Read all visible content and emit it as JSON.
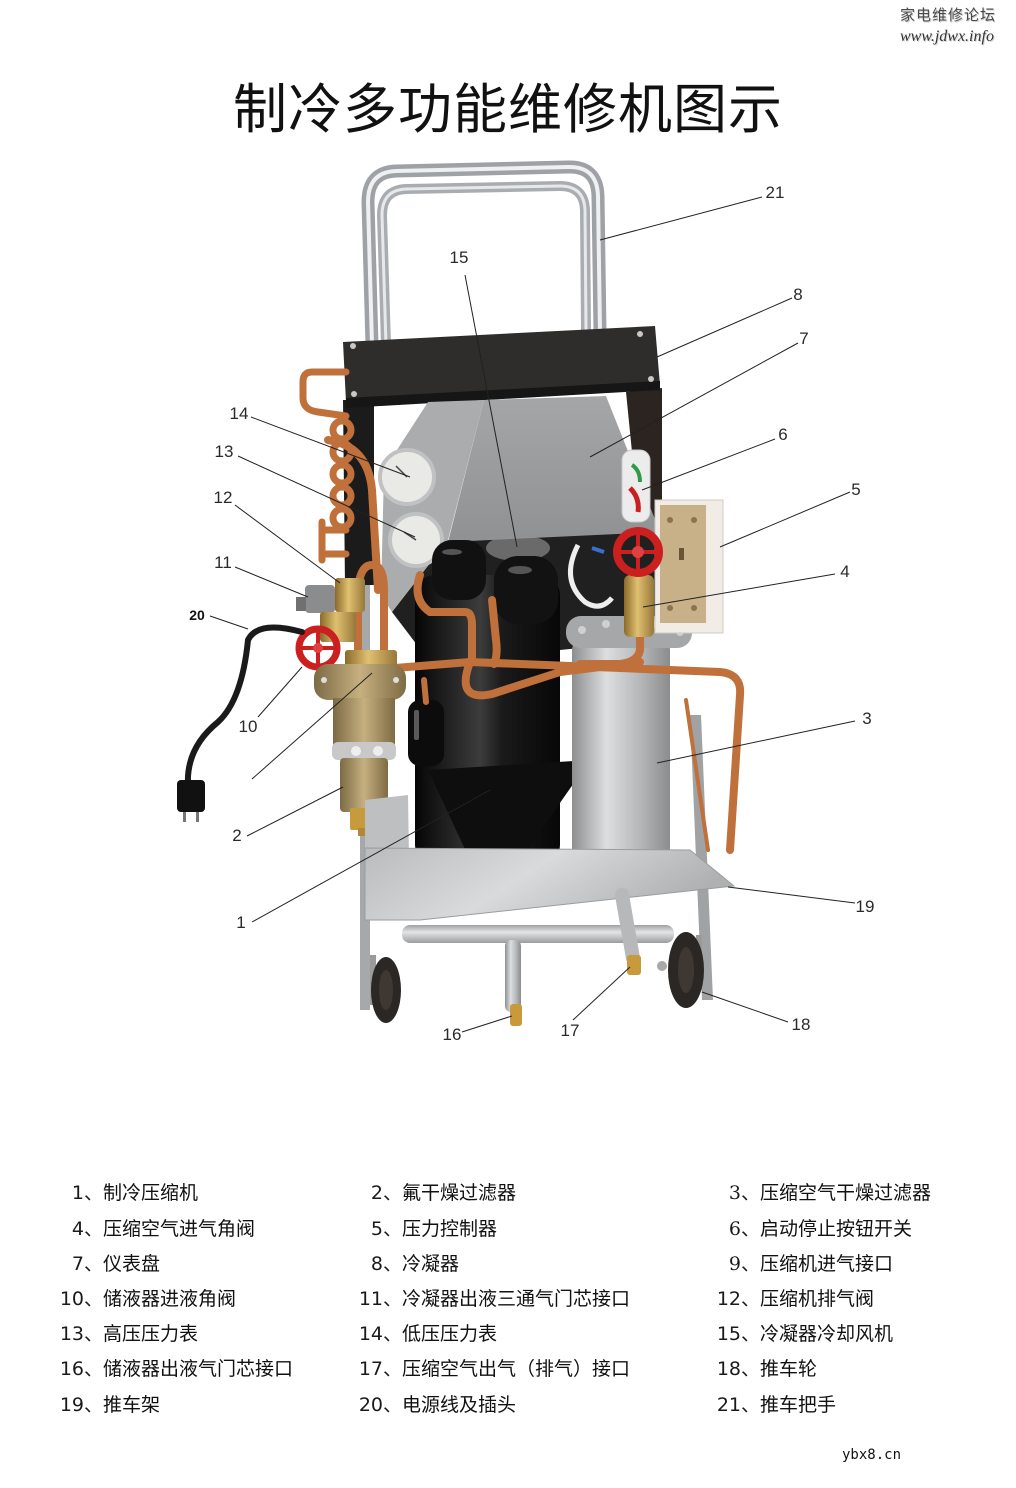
{
  "watermark": {
    "site_name": "家电维修论坛",
    "site_url": "www.jdwx.info"
  },
  "title": "制冷多功能维修机图示",
  "diagram": {
    "callouts": {
      "c1": "1",
      "c2": "2",
      "c3": "3",
      "c4": "4",
      "c5": "5",
      "c6": "6",
      "c7": "7",
      "c8": "8",
      "c10": "10",
      "c11": "11",
      "c12": "12",
      "c13": "13",
      "c14": "14",
      "c15": "15",
      "c16": "16",
      "c17": "17",
      "c18": "18",
      "c19": "19",
      "c20": "20",
      "c21": "21"
    },
    "colors": {
      "copper": "#c0703a",
      "valve_red": "#cc1f1f",
      "brass": "#c9a24a",
      "condenser_black": "#2e2d2b",
      "panel_gray": "#9fa1a3"
    }
  },
  "legend": {
    "items": [
      {
        "num": "1、",
        "name": "制冷压缩机"
      },
      {
        "num": "2、",
        "name": "氟干燥过滤器"
      },
      {
        "num": "3、",
        "name": "压缩空气干燥过滤器"
      },
      {
        "num": "4、",
        "name": "压缩空气进气角阀"
      },
      {
        "num": "5、",
        "name": "压力控制器"
      },
      {
        "num": "6、",
        "name": "启动停止按钮开关"
      },
      {
        "num": "7、",
        "name": "仪表盘"
      },
      {
        "num": "8、",
        "name": "冷凝器"
      },
      {
        "num": "9、",
        "name": "压缩机进气接口"
      },
      {
        "num": "10、",
        "name": "储液器进液角阀"
      },
      {
        "num": "11、",
        "name": "冷凝器出液三通气门芯接口"
      },
      {
        "num": "12、",
        "name": "压缩机排气阀"
      },
      {
        "num": "13、",
        "name": "高压压力表"
      },
      {
        "num": "14、",
        "name": "低压压力表"
      },
      {
        "num": "15、",
        "name": "冷凝器冷却风机"
      },
      {
        "num": "16、",
        "name": "储液器出液气门芯接口"
      },
      {
        "num": "17、",
        "name": "压缩空气出气（排气）接口"
      },
      {
        "num": "18、",
        "name": "推车轮"
      },
      {
        "num": "19、",
        "name": "推车架"
      },
      {
        "num": "20、",
        "name": "电源线及插头"
      },
      {
        "num": "21、",
        "name": "推车把手"
      }
    ]
  },
  "footer_watermark": "ybx8.cn"
}
